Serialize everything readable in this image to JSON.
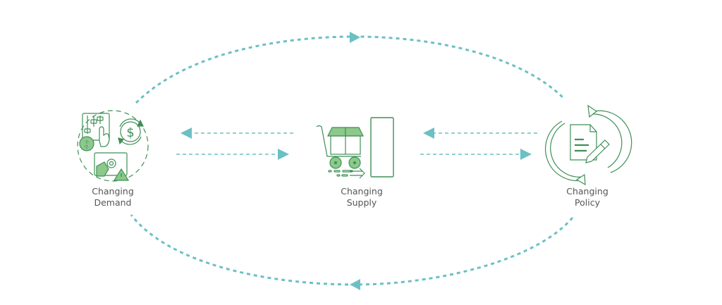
{
  "diagram": {
    "type": "cycle-flow",
    "colors": {
      "connector": "#6cc0c4",
      "icon_stroke": "#3f8f57",
      "icon_fill": "#8cc98a",
      "label_text": "#555555",
      "background": "#ffffff"
    },
    "nodes": [
      {
        "id": "demand",
        "line1": "Changing",
        "line2": "Demand",
        "icon": "demand-icon"
      },
      {
        "id": "supply",
        "line1": "Changing",
        "line2": "Supply",
        "icon": "shopping-cart-icon"
      },
      {
        "id": "policy",
        "line1": "Changing",
        "line2": "Policy",
        "icon": "policy-document-icon"
      }
    ],
    "edges": [
      {
        "from": "supply",
        "to": "demand",
        "style": "dashed",
        "direction": "left"
      },
      {
        "from": "demand",
        "to": "supply",
        "style": "dashed",
        "direction": "right"
      },
      {
        "from": "policy",
        "to": "supply",
        "style": "dashed",
        "direction": "left"
      },
      {
        "from": "supply",
        "to": "policy",
        "style": "dashed",
        "direction": "right"
      },
      {
        "from": "demand",
        "to": "policy",
        "style": "dotted-arc",
        "path": "top",
        "direction": "clockwise"
      },
      {
        "from": "policy",
        "to": "demand",
        "style": "dotted-arc",
        "path": "bottom",
        "direction": "clockwise"
      }
    ]
  }
}
